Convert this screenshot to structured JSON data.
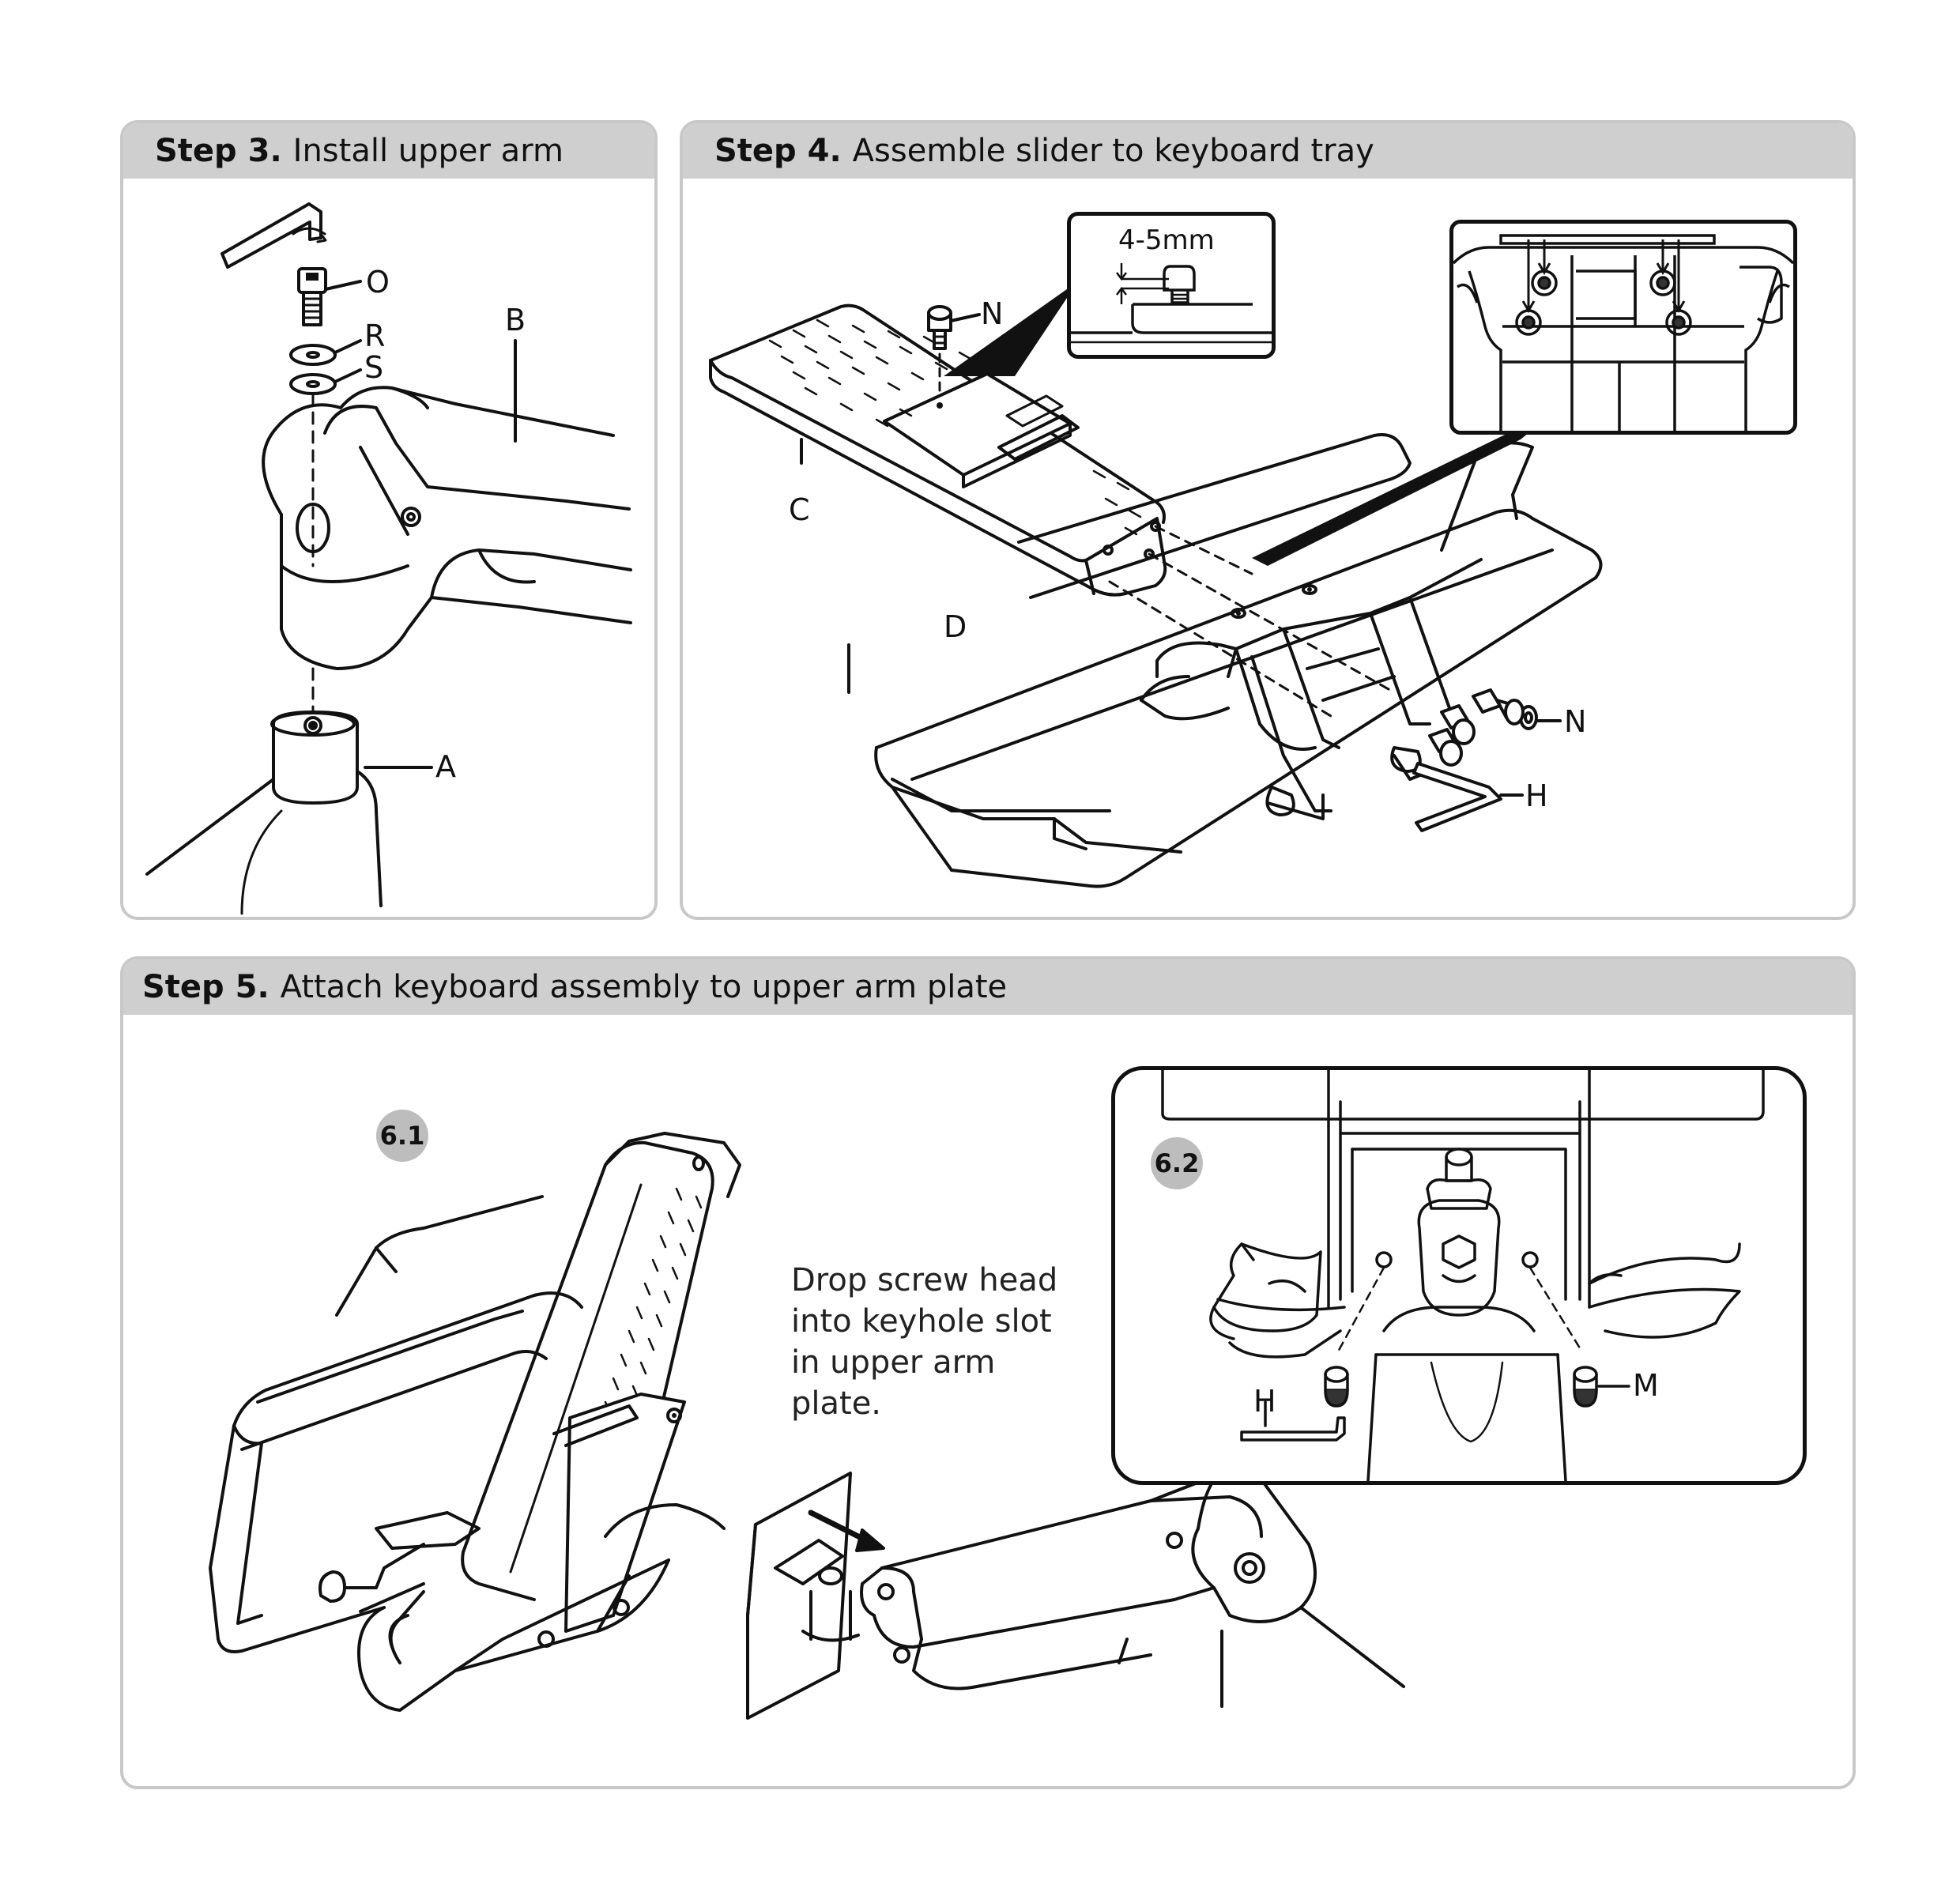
{
  "step3": {
    "step": "Step 3.",
    "title": "Install upper arm",
    "labels": {
      "o": "O",
      "r": "R",
      "s": "S",
      "b": "B",
      "a": "A"
    }
  },
  "step4": {
    "step": "Step 4.",
    "title": "Assemble slider to keyboard tray",
    "labels": {
      "n1": "N",
      "n2": "N",
      "c": "C",
      "d": "D",
      "h": "H"
    },
    "inset_dimension": "4-5mm"
  },
  "step5": {
    "step": "Step 5.",
    "title": "Attach keyboard assembly to upper arm plate",
    "badge1": "6.1",
    "badge2": "6.2",
    "note": [
      "Drop screw head",
      "into keyhole slot",
      "in upper arm",
      "plate."
    ],
    "labels": {
      "h": "H",
      "m": "M"
    }
  },
  "colors": {
    "panel_border": "#c8c8c8",
    "header_bg": "#cfcfcf",
    "badge_bg": "#bdbdbd",
    "line": "#111111"
  }
}
